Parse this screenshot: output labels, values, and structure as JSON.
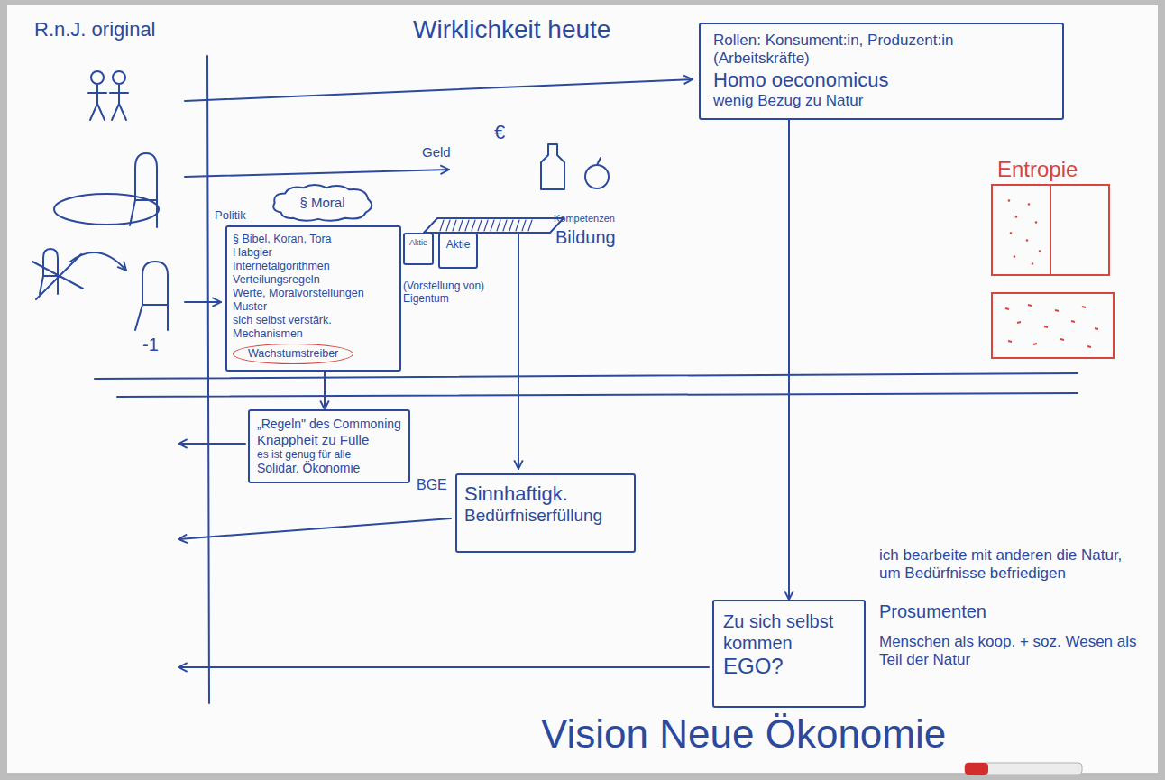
{
  "diagram": {
    "nodes": [
      {
        "text": [
          "Rollen: Konsument:in, Produzent:in (Arbeitskräfte)",
          "Homo oeconomicus",
          "wenig Bezug zu Natur"
        ]
      },
      {
        "text": [
          "§ Moral"
        ]
      },
      {
        "text": [
          "§ Bibel, Koran, Tora",
          "Habgier",
          "Internetalgorithmen",
          "Verteilungsregeln",
          "Werte, Moralvorstellungen",
          "Muster",
          "sich selbst verstärk. Mechanismen",
          "Wachstumstreiber"
        ]
      },
      {
        "text": [
          "Aktie"
        ]
      },
      {
        "text": [
          "Aktie"
        ]
      },
      {
        "text": [
          "„Regeln\" des Commoning",
          "Knappheit zu Fülle",
          "es ist genug für alle",
          "Solidar. Ökonomie"
        ]
      },
      {
        "text": [
          "Sinnhaftigk.",
          "Bedürfniserfüllung"
        ]
      },
      {
        "text": [
          "Zu sich selbst kommen",
          "EGO?"
        ]
      }
    ],
    "edges": [
      {
        "from": 0,
        "to": 7,
        "arrow": "to"
      },
      {
        "from": 2,
        "to": 5,
        "arrow": "to"
      }
    ],
    "labels": [
      "R.n.J. original",
      "Wirklichkeit heute",
      "Entropie",
      "Geld",
      "€",
      "Kompetenzen",
      "Bildung",
      "Politik",
      "(Vorstellung von) Eigentum",
      "-1",
      "BGE",
      "ich bearbeite mit anderen die Natur, um Bedürfnisse befriedigen",
      "Prosumenten",
      "Menschen als koop. + soz. Wesen als Teil der Natur",
      "Vision Neue Ökonomie"
    ]
  }
}
